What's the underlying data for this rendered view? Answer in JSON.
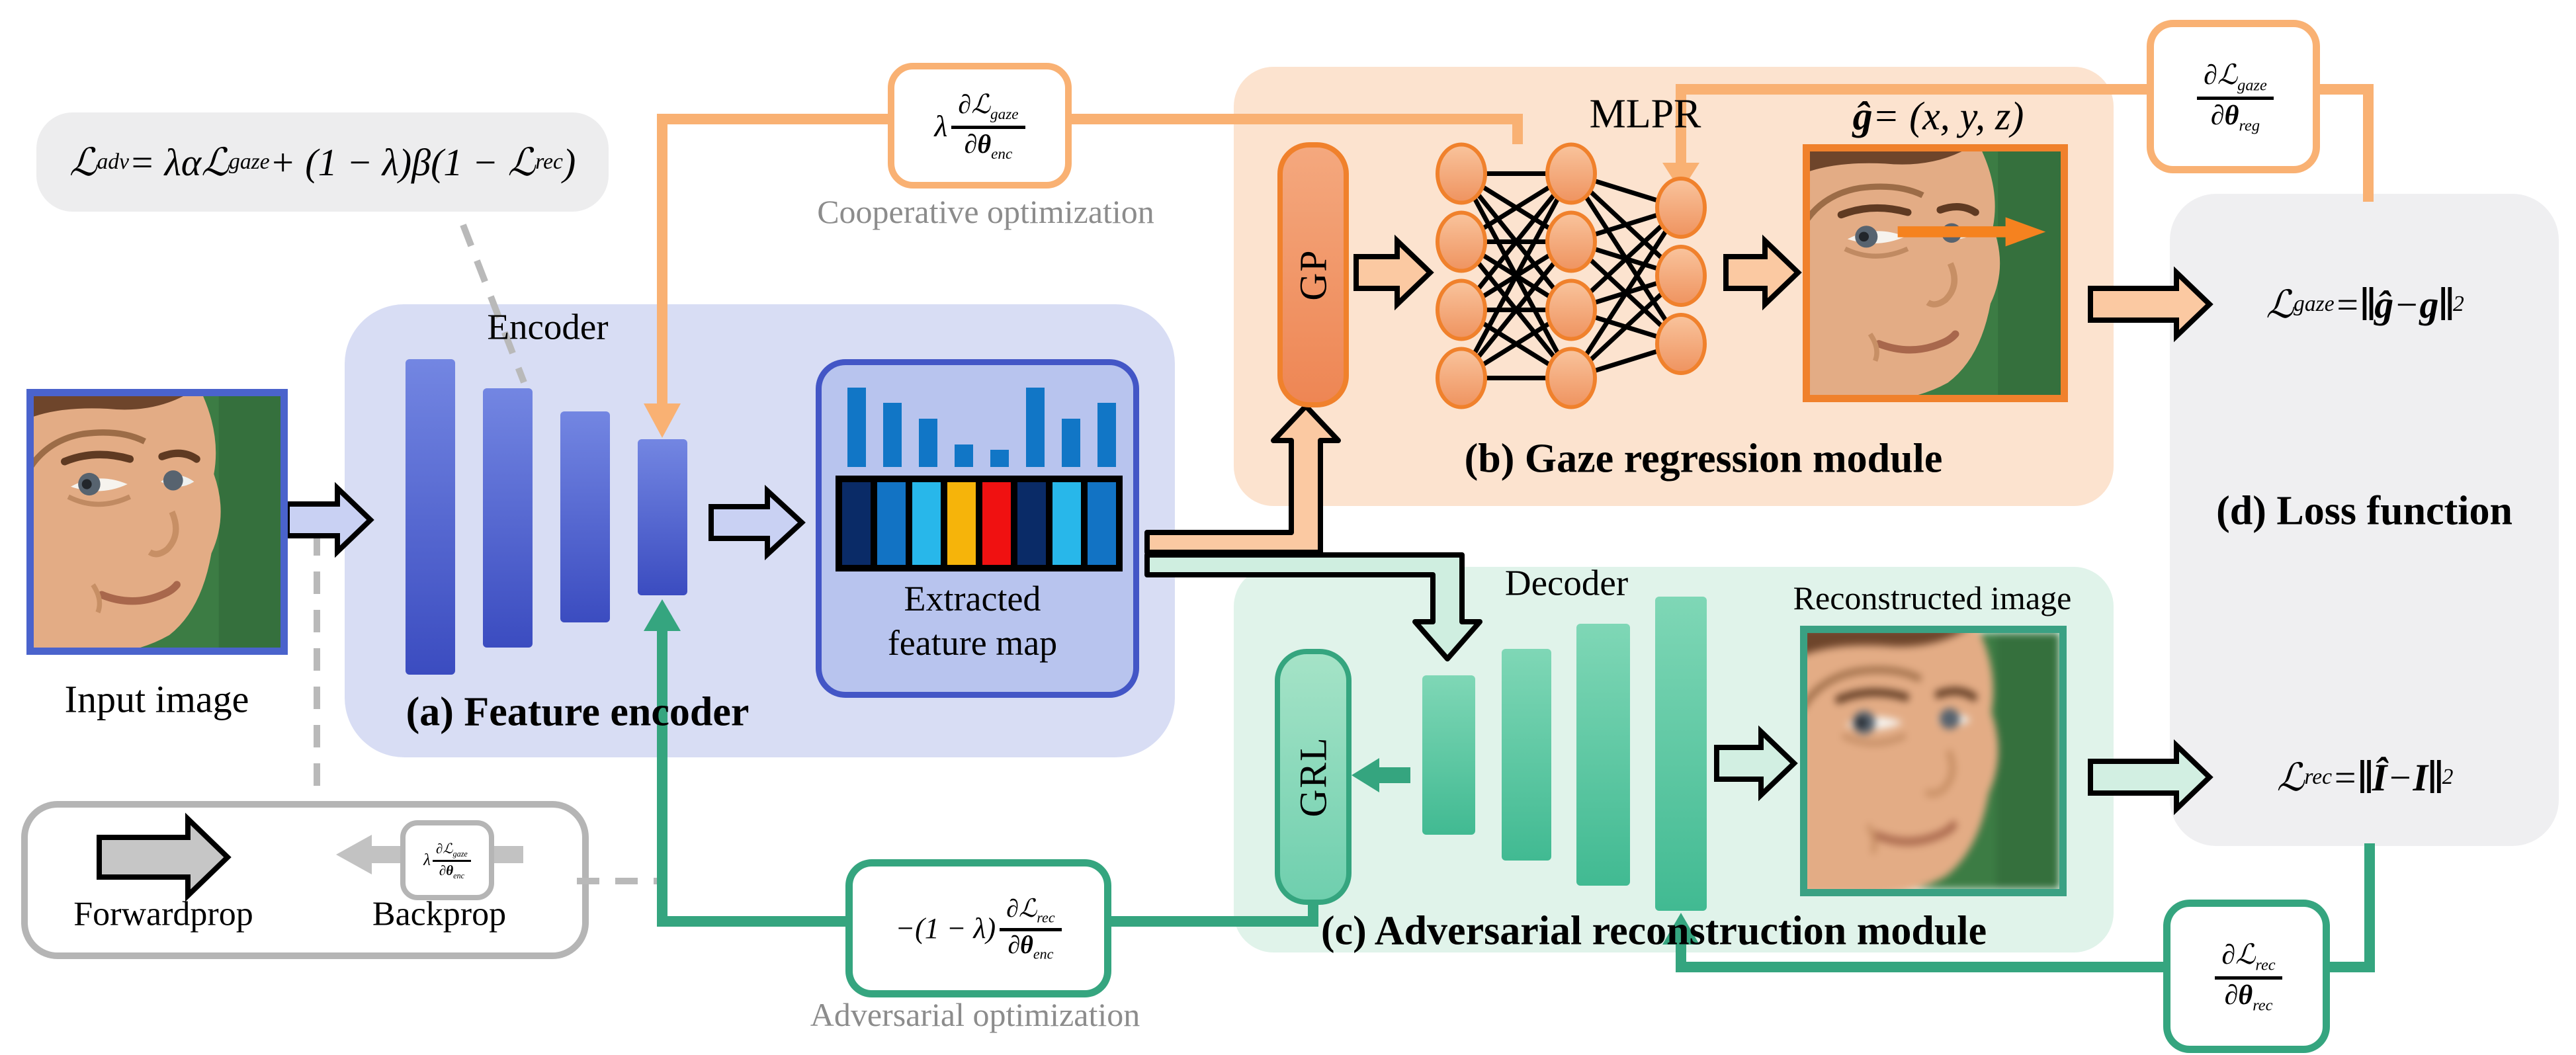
{
  "labels": {
    "input_image": "Input image",
    "encoder": "Encoder",
    "module_a": "(a) Feature encoder",
    "extracted_1": "Extracted",
    "extracted_2": "feature map",
    "cooperative": "Cooperative optimization",
    "adversarial": "Adversarial optimization",
    "mlpr": "MLPR",
    "gp": "GP",
    "grl": "GRL",
    "decoder": "Decoder",
    "module_b": "(b) Gaze regression module",
    "module_c": "(c) Adversarial reconstruction module",
    "module_d": "(d) Loss function",
    "reconstructed": "Reconstructed image",
    "forwardprop": "Forwardprop",
    "backprop": "Backprop"
  },
  "formulas": {
    "adv": {
      "L": "ℒ",
      "L_sub": "adv",
      "mid": " = λαℒ",
      "mid_sub": "gaze",
      "tail": " + (1 − λ)β(1 − ℒ",
      "tail_sub": "rec",
      "close": ")"
    },
    "coop": {
      "prefix": "λ",
      "num_d": "∂",
      "num_L": "ℒ",
      "num_sub": "gaze",
      "den_d": "∂",
      "den_t": "θ",
      "den_sub": "enc"
    },
    "reg": {
      "num_d": "∂",
      "num_L": "ℒ",
      "num_sub": "gaze",
      "den_d": "∂",
      "den_t": "θ",
      "den_sub": "reg"
    },
    "adv_enc": {
      "prefix": "−(1 − λ)",
      "num_d": "∂",
      "num_L": "ℒ",
      "num_sub": "rec",
      "den_d": "∂",
      "den_t": "θ",
      "den_sub": "enc"
    },
    "rec": {
      "num_d": "∂",
      "num_L": "ℒ",
      "num_sub": "rec",
      "den_d": "∂",
      "den_t": "θ",
      "den_sub": "rec"
    },
    "gaze_loss": {
      "L": "ℒ",
      "sub": "gaze",
      "eq": " = ",
      "bar": "‖",
      "a": "ĝ",
      "minus": " − ",
      "b": "g",
      "bar2": "‖",
      "nsub": "2"
    },
    "rec_loss": {
      "L": "ℒ",
      "sub": "rec",
      "eq": " = ",
      "bar": "‖",
      "a": "Î",
      "minus": " − ",
      "b": "I",
      "bar2": "‖",
      "nsub": "2"
    },
    "ghat": {
      "head": "ĝ",
      "rest": " = (x, y, z)"
    }
  },
  "feature_map": {
    "bar_color": "#1176c6",
    "bar_heights": [
      120,
      97,
      73,
      34,
      26,
      120,
      73,
      97
    ],
    "cell_colors": [
      "#0a2b67",
      "#1273c4",
      "#28b7ea",
      "#f6b40a",
      "#f01111",
      "#0a2b67",
      "#28b7ea",
      "#1273c4"
    ]
  },
  "mlpr": {
    "layers": [
      4,
      4,
      3
    ]
  },
  "palette": {
    "module_a_bg": "#d8ddf4",
    "module_b_bg": "#fce3cf",
    "module_c_bg": "#e0f3ea",
    "module_d_bg": "#efeff1",
    "orange_accent": "#f0812c",
    "orange_line": "#f9b173",
    "orange_fill": "#fbc9a2",
    "green_accent": "#35a57f",
    "mint_fill": "#d2efe2",
    "blue_border": "#4a63cc",
    "gray_line": "#b9b9b9"
  }
}
